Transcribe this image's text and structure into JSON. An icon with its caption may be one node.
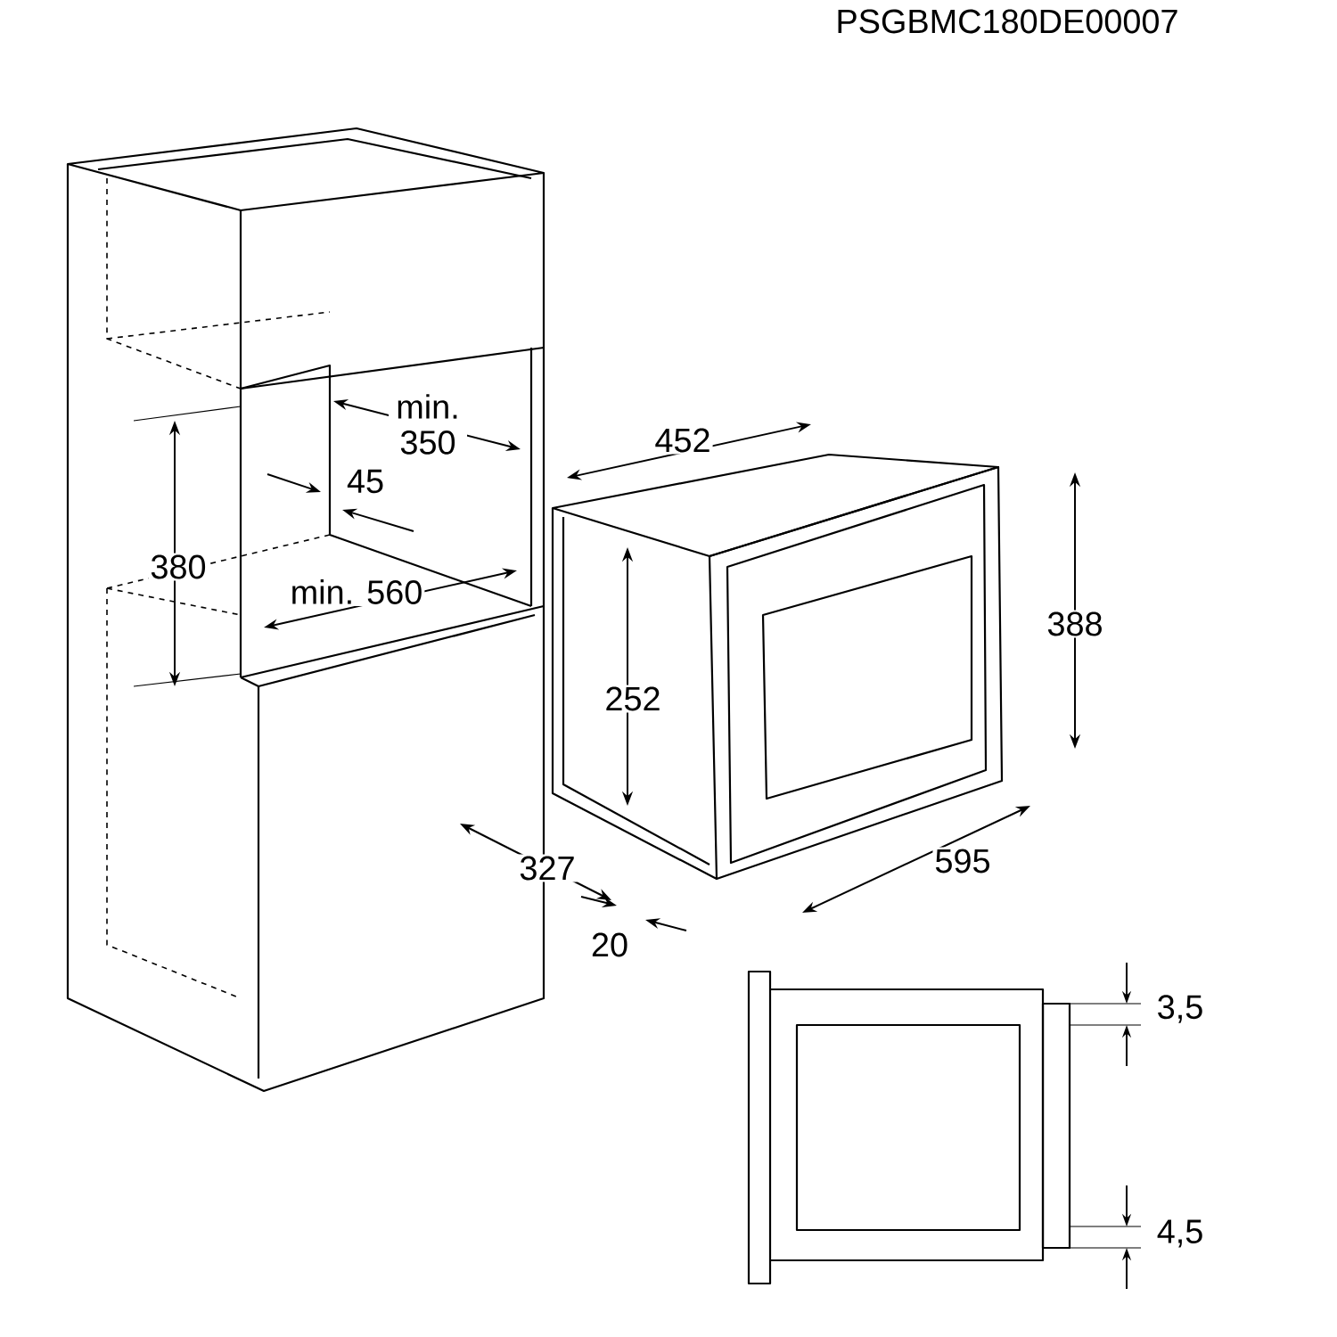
{
  "diagram": {
    "labels": [
      "PSGBMC180DE00007",
      "min. 350",
      "452",
      "45",
      "380",
      "min. 560",
      "388",
      "252",
      "327",
      "595",
      "20",
      "3,5",
      "4,5"
    ]
  }
}
